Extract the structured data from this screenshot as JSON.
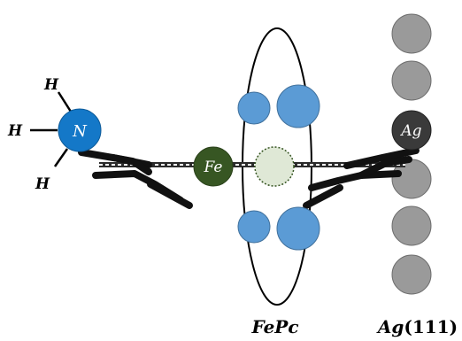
{
  "atoms": {
    "nitrogen": "N",
    "hydrogen": [
      "H",
      "H",
      "H"
    ],
    "iron": "Fe",
    "silver": "Ag"
  },
  "labels": {
    "fepc": "FePc",
    "ag_prefix": "Ag",
    "ag_facet": "(111)"
  },
  "colors": {
    "nitrogen": "#1478c8",
    "iron": "#375623",
    "silver_highlight": "#3a3a3a",
    "silver": "#9a9a9a",
    "orbital_lobe": "#5b9bd5",
    "ghost_iron": "#dfe8d6",
    "ligand": "#111111"
  }
}
